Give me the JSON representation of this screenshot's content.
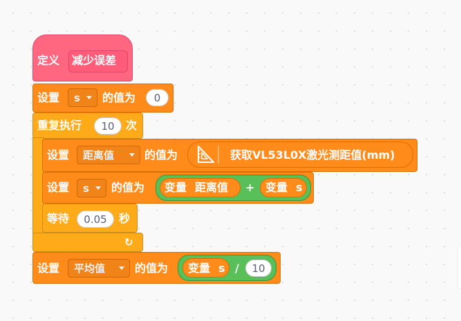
{
  "define": {
    "keyword": "定义",
    "name": "减少误差"
  },
  "set1": {
    "label": "设置",
    "variable": "s",
    "of_value_to": "的值为",
    "value": "0"
  },
  "repeat": {
    "label": "重复执行",
    "times": "10",
    "suffix": "次"
  },
  "set_distance": {
    "label": "设置",
    "variable": "距离值",
    "of_value_to": "的值为",
    "sensor_label": "获取VL53L0X激光测距值(mm)",
    "sensor_icon": "ruler-triangle-icon"
  },
  "set_s": {
    "label": "设置",
    "variable": "s",
    "of_value_to": "的值为",
    "left_var_label": "变量",
    "left_var_name": "距离值",
    "operator": "+",
    "right_var_label": "变量",
    "right_var_name": "s"
  },
  "wait": {
    "label": "等待",
    "seconds": "0.05",
    "unit": "秒"
  },
  "loop_arrow": "↻",
  "set_avg": {
    "label": "设置",
    "variable": "平均值",
    "of_value_to": "的值为",
    "var_label": "变量",
    "var_name": "s",
    "operator": "/",
    "divisor": "10"
  },
  "colors": {
    "events_pink": "#ff6680",
    "variables_orange": "#ff8c1a",
    "control_yellow": "#ffab19",
    "operators_green": "#59c059"
  }
}
